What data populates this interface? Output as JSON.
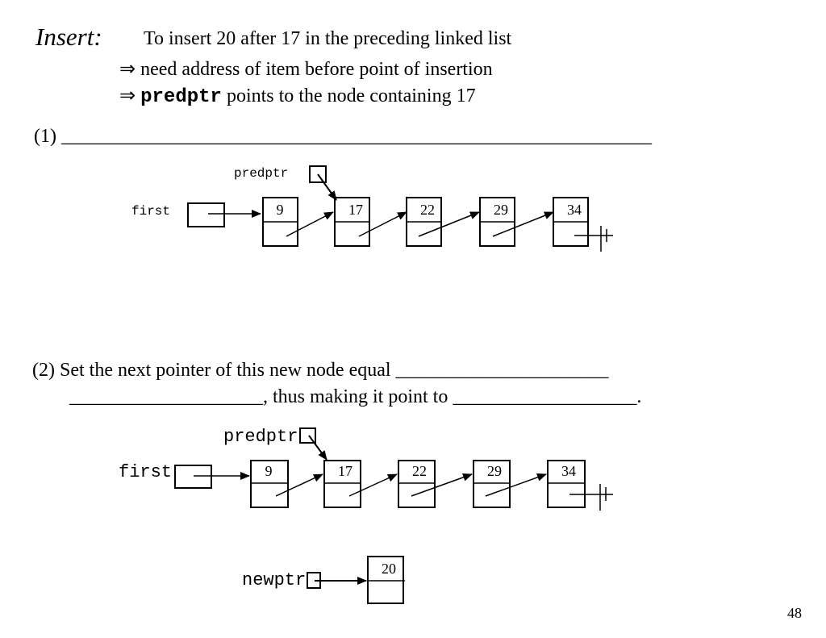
{
  "slide": {
    "insert_word": "Insert:",
    "line1": "To insert 20 after 17 in the preceding linked list",
    "arrow": "⇒",
    "line2": "need address of item before point of insertion",
    "line3_code": "predptr",
    "line3_rest": "points to the node containing 17",
    "step1": "(1) _____________________________________________________________",
    "step2_line1": "(2) Set the next pointer of this new node equal ______________________",
    "step2_line2": "____________________, thus making it point to ___________________.",
    "page_number": "48"
  },
  "diagram1": {
    "first_label": "first",
    "predptr_label": "predptr",
    "nodes": [
      "9",
      "17",
      "22",
      "29",
      "34"
    ]
  },
  "diagram2": {
    "first_label": "first",
    "predptr_label": "predptr",
    "newptr_label": "newptr",
    "nodes": [
      "9",
      "17",
      "22",
      "29",
      "34"
    ],
    "new_node": "20"
  }
}
